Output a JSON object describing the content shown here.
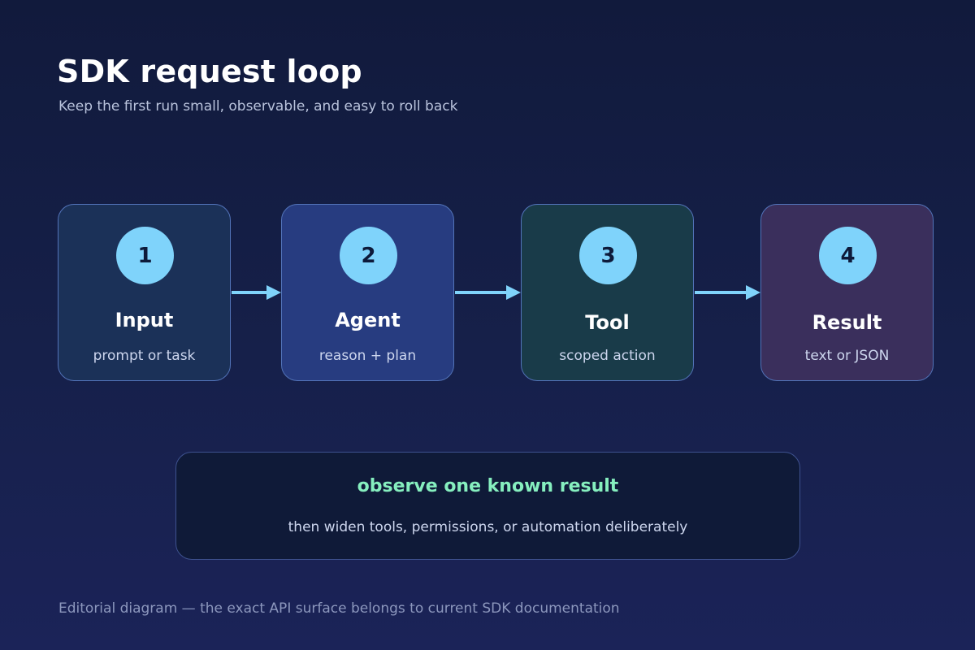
{
  "header": {
    "title": "SDK request loop",
    "subtitle": "Keep the first run small, observable, and easy to roll back"
  },
  "steps": [
    {
      "number": "1",
      "title": "Input",
      "subtitle": "prompt or task",
      "color": "#1b3158"
    },
    {
      "number": "2",
      "title": "Agent",
      "subtitle": "reason + plan",
      "color": "#273c80"
    },
    {
      "number": "3",
      "title": "Tool",
      "subtitle": "scoped action",
      "color": "#193b49"
    },
    {
      "number": "4",
      "title": "Result",
      "subtitle": "text or JSON",
      "color": "#3a2f5c"
    }
  ],
  "callout": {
    "title": "observe one known result",
    "subtitle": "then widen tools, permissions, or automation deliberately"
  },
  "footer": {
    "note": "Editorial diagram — the exact API surface belongs to current SDK documentation"
  },
  "colors": {
    "accent": "#7fd3fb",
    "callout_title": "#86efbf",
    "box_border": "#5273b8"
  }
}
